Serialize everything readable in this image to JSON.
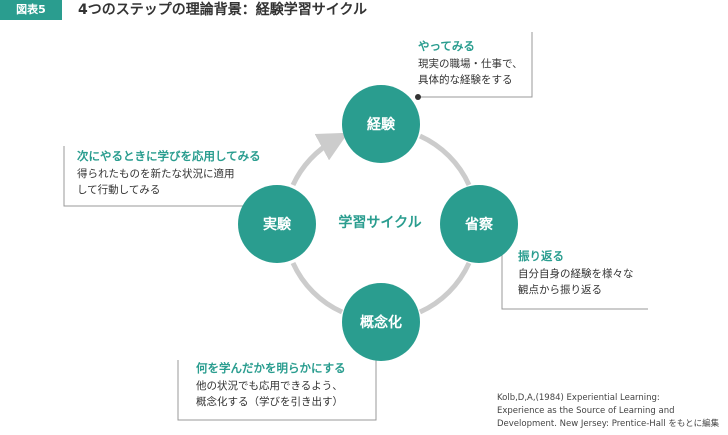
{
  "header": {
    "figure_label": "図表5",
    "title": "4つのステップの理論背景：経験学習サイクル"
  },
  "cycle": {
    "center_label": "学習サイクル",
    "nodes": {
      "top": "経験",
      "right": "省察",
      "bottom": "概念化",
      "left": "実験"
    }
  },
  "notes": {
    "experience": {
      "heading": "やってみる",
      "lines": [
        "現実の職場・仕事で、",
        "具体的な経験をする"
      ]
    },
    "reflection": {
      "heading": "振り返る",
      "lines": [
        "自分自身の経験を様々な",
        "観点から振り返る"
      ]
    },
    "conceptualization": {
      "heading": "何を学んだかを明らかにする",
      "lines": [
        "他の状況でも応用できるよう、",
        "概念化する（学びを引き出す）"
      ]
    },
    "experimentation": {
      "heading": "次にやるときに学びを応用してみる",
      "lines": [
        "得られたものを新たな状況に適用",
        "して行動してみる"
      ]
    }
  },
  "citation": {
    "lines": [
      "Kolb,D,A,(1984) Experiential Learning:",
      "Experience as the Source of Learning and",
      "Development. New Jersey: Prentice-Hall をもとに編集"
    ]
  },
  "colors": {
    "accent": "#2a9d8f",
    "ring": "#cccccc",
    "leader": "#999999",
    "text": "#333333"
  }
}
